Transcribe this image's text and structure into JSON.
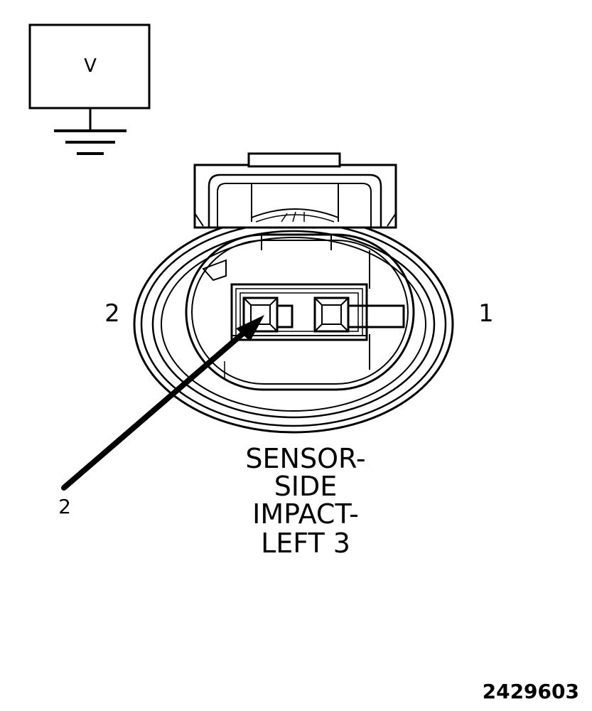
{
  "meter": {
    "symbol": "V"
  },
  "pins": {
    "left_label": "2",
    "right_label": "1"
  },
  "callout": {
    "label": "2"
  },
  "connector_name": {
    "lines": [
      "SENSOR-",
      "SIDE",
      "IMPACT-",
      "LEFT 3"
    ]
  },
  "figure_id": "2429603",
  "colors": {
    "ink": "#000000",
    "paper": "#ffffff"
  }
}
